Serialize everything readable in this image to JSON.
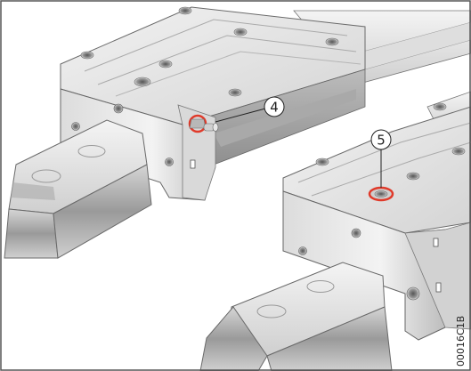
{
  "figure": {
    "callouts": [
      {
        "label": "4"
      },
      {
        "label": "5"
      }
    ],
    "document_id": "00016C1B",
    "colors": {
      "frame": "#555555",
      "highlight": "#e03a2a",
      "steel_light": "#e9e9e9",
      "steel_mid": "#c9c9c9",
      "steel_dark": "#8a8a8a"
    }
  }
}
